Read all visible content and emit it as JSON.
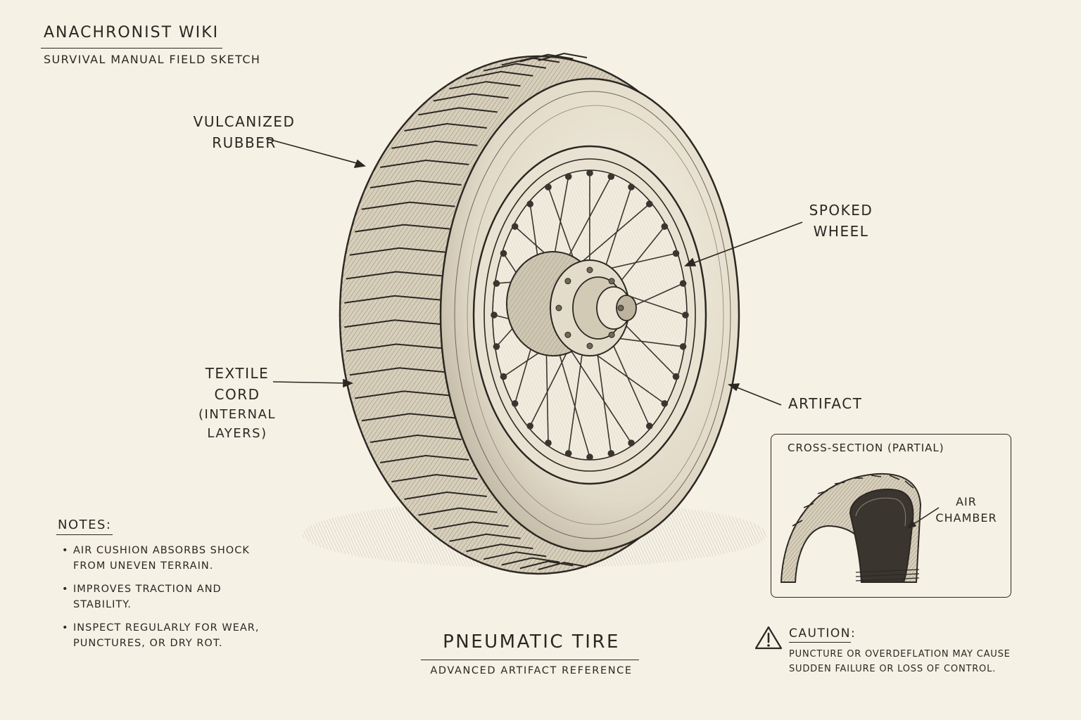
{
  "header": {
    "title": "ANACHRONIST WIKI",
    "subtitle": "SURVIVAL MANUAL FIELD SKETCH"
  },
  "labels": {
    "vulcanized": [
      "VULCANIZED",
      "RUBBER"
    ],
    "textile": [
      "TEXTILE",
      "CORD"
    ],
    "textile_sub": [
      "(INTERNAL",
      "LAYERS)"
    ],
    "spoked": [
      "SPOKED",
      "WHEEL"
    ],
    "artifact": "ARTIFACT"
  },
  "notes": {
    "title": "NOTES:",
    "items": [
      "AIR CUSHION ABSORBS SHOCK FROM UNEVEN TERRAIN.",
      "IMPROVES TRACTION AND STABILITY.",
      "INSPECT REGULARLY FOR WEAR, PUNCTURES, OR DRY ROT."
    ]
  },
  "caption": {
    "title": "PNEUMATIC TIRE",
    "subtitle": "ADVANCED ARTIFACT REFERENCE"
  },
  "inset": {
    "title": "CROSS-SECTION (PARTIAL)",
    "air_label": [
      "AIR",
      "CHAMBER"
    ]
  },
  "caution": {
    "icon": "warning-triangle-icon",
    "title": "CAUTION:",
    "body": "PUNCTURE OR OVERDEFLATION MAY CAUSE SUDDEN FAILURE OR LOSS OF CONTROL."
  },
  "colors": {
    "paper": "#f6f1e5",
    "ink": "#2b2823"
  }
}
